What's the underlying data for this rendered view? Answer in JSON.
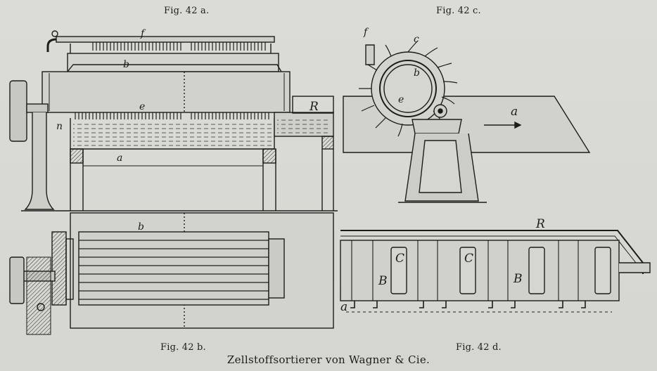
{
  "figure_captions": {
    "fig_42a": "Fig. 42 a.",
    "fig_42b": "Fig. 42 b.",
    "fig_42c": "Fig. 42 c.",
    "fig_42d": "Fig. 42 d."
  },
  "title": "Zellstoffsortierer von Wagner & Cie.",
  "part_labels": {
    "fig_42a": {
      "f": "f",
      "b": "b",
      "e": "e",
      "a": "a",
      "r": "R",
      "n": "n"
    },
    "fig_42b": {
      "b": "b"
    },
    "fig_42c": {
      "f": "f",
      "c": "c",
      "b": "b",
      "e": "e",
      "a": "a"
    },
    "fig_42d": {
      "r": "R",
      "c1": "C",
      "c2": "C",
      "b1": "B",
      "b2": "B",
      "a": "a"
    }
  },
  "colors": {
    "paper": "#d9d9d4",
    "ink": "#1c1c1c",
    "shade": "#6e6e6a"
  }
}
